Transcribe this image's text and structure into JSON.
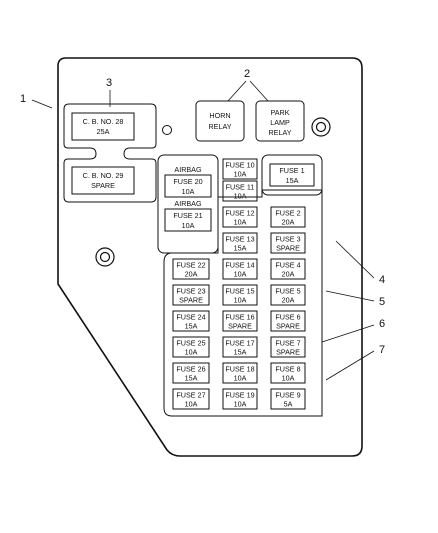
{
  "callouts": [
    "1",
    "2",
    "3",
    "4",
    "5",
    "6",
    "7"
  ],
  "circuit_breakers": [
    {
      "line1": "C. B. NO. 28",
      "line2": "25A"
    },
    {
      "line1": "C. B. NO. 29",
      "line2": "SPARE"
    }
  ],
  "relays": [
    {
      "line1": "HORN",
      "line2": "RELAY"
    },
    {
      "line1": "PARK",
      "line2": "LAMP",
      "line3": "RELAY"
    }
  ],
  "airbag_fuses": [
    {
      "header": "AIRBAG",
      "line1": "FUSE 20",
      "line2": "10A"
    },
    {
      "header": "AIRBAG",
      "line1": "FUSE 21",
      "line2": "10A"
    }
  ],
  "fuse_1": {
    "line1": "FUSE 1",
    "line2": "15A"
  },
  "left_column": [
    {
      "line1": "FUSE 22",
      "line2": "20A"
    },
    {
      "line1": "FUSE 23",
      "line2": "SPARE"
    },
    {
      "line1": "FUSE 24",
      "line2": "15A"
    },
    {
      "line1": "FUSE 25",
      "line2": "10A"
    },
    {
      "line1": "FUSE 26",
      "line2": "15A"
    },
    {
      "line1": "FUSE 27",
      "line2": "10A"
    }
  ],
  "middle_column": [
    {
      "line1": "FUSE 10",
      "line2": "10A"
    },
    {
      "line1": "FUSE 11",
      "line2": "10A"
    },
    {
      "line1": "FUSE 12",
      "line2": "10A"
    },
    {
      "line1": "FUSE 13",
      "line2": "15A"
    },
    {
      "line1": "FUSE 14",
      "line2": "10A"
    },
    {
      "line1": "FUSE 15",
      "line2": "10A"
    },
    {
      "line1": "FUSE 16",
      "line2": "SPARE"
    },
    {
      "line1": "FUSE 17",
      "line2": "15A"
    },
    {
      "line1": "FUSE 18",
      "line2": "10A"
    },
    {
      "line1": "FUSE 19",
      "line2": "10A"
    }
  ],
  "right_column": [
    {
      "line1": "FUSE 2",
      "line2": "20A"
    },
    {
      "line1": "FUSE 3",
      "line2": "SPARE"
    },
    {
      "line1": "FUSE 4",
      "line2": "20A"
    },
    {
      "line1": "FUSE 5",
      "line2": "20A"
    },
    {
      "line1": "FUSE 6",
      "line2": "SPARE"
    },
    {
      "line1": "FUSE 7",
      "line2": "SPARE"
    },
    {
      "line1": "FUSE 8",
      "line2": "10A"
    },
    {
      "line1": "FUSE 9",
      "line2": "5A"
    }
  ]
}
